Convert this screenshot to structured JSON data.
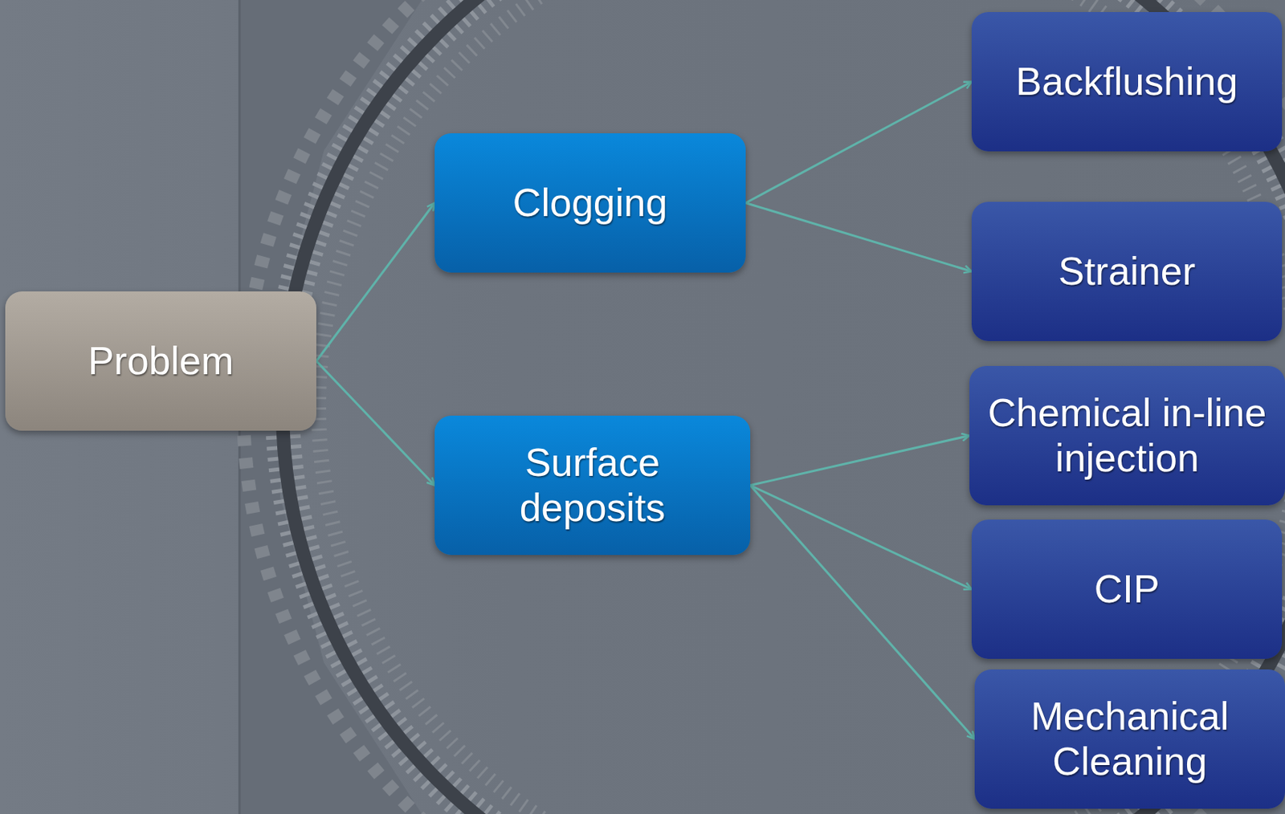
{
  "diagram": {
    "nodes": [
      {
        "text": [
          "Problem"
        ]
      },
      {
        "text": [
          "Clogging"
        ]
      },
      {
        "text": [
          "Surface deposits"
        ]
      },
      {
        "text": [
          "Backflushing"
        ]
      },
      {
        "text": [
          "Strainer"
        ]
      },
      {
        "text": [
          "Chemical in-line injection"
        ]
      },
      {
        "text": [
          "CIP"
        ]
      },
      {
        "text": [
          "Mechanical Cleaning"
        ]
      }
    ],
    "edges": [
      {
        "from": 0,
        "to": 1,
        "arrow": "to"
      },
      {
        "from": 0,
        "to": 2,
        "arrow": "to"
      },
      {
        "from": 1,
        "to": 3,
        "arrow": "to"
      },
      {
        "from": 1,
        "to": 4,
        "arrow": "to"
      },
      {
        "from": 2,
        "to": 5,
        "arrow": "to"
      },
      {
        "from": 2,
        "to": 6,
        "arrow": "to"
      },
      {
        "from": 2,
        "to": 7,
        "arrow": "to"
      }
    ]
  }
}
